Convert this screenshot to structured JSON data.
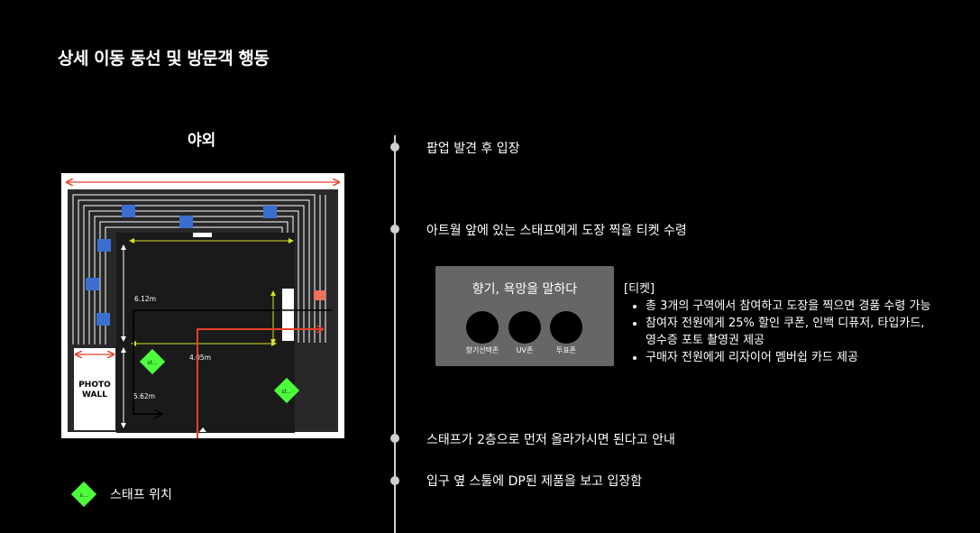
{
  "page_title": "상세 이동 동선 및 방문객 행동",
  "area_label": "야외",
  "floorplan": {
    "dim_top": "6.12m",
    "dim_mid": "4.05m",
    "dim_left": "5.62m",
    "photo_wall": [
      "PHOTO",
      "WALL"
    ],
    "staff_marker_label": "st..."
  },
  "legend": {
    "marker_label": "s...",
    "text": "스태프 위치"
  },
  "steps": [
    "팝업 발견 후 입장",
    "아트월 앞에 있는 스태프에게 도장 찍을 티켓 수령",
    "스태프가 2층으로 먼저 올라가시면 된다고 안내",
    "입구 옆 스툴에 DP된 제품을 보고 입장함"
  ],
  "card": {
    "title": "향기, 욕망을 말하다",
    "zones": [
      "향기선택존",
      "UV존",
      "투표존"
    ]
  },
  "ticket": {
    "heading": "[티켓]",
    "items": [
      "총 3개의 구역에서 참여하고 도장을 찍으면 경품 수령 가능",
      "참여자 전원에게 25% 할인 쿠폰, 인백 디퓨저, 타입카드,",
      "영수증 포토 촬영권 제공",
      "구매자 전원에게 리자이어 멤버쉽 카드 제공"
    ]
  },
  "colors": {
    "background": "#000000",
    "staff_marker": "#4cff3a",
    "blue_block": "#3a6fd1",
    "red_arrow": "#e8402a",
    "yellow_dim": "#d8e02c",
    "card_bg": "#666666",
    "timeline": "#cfcfcf"
  }
}
